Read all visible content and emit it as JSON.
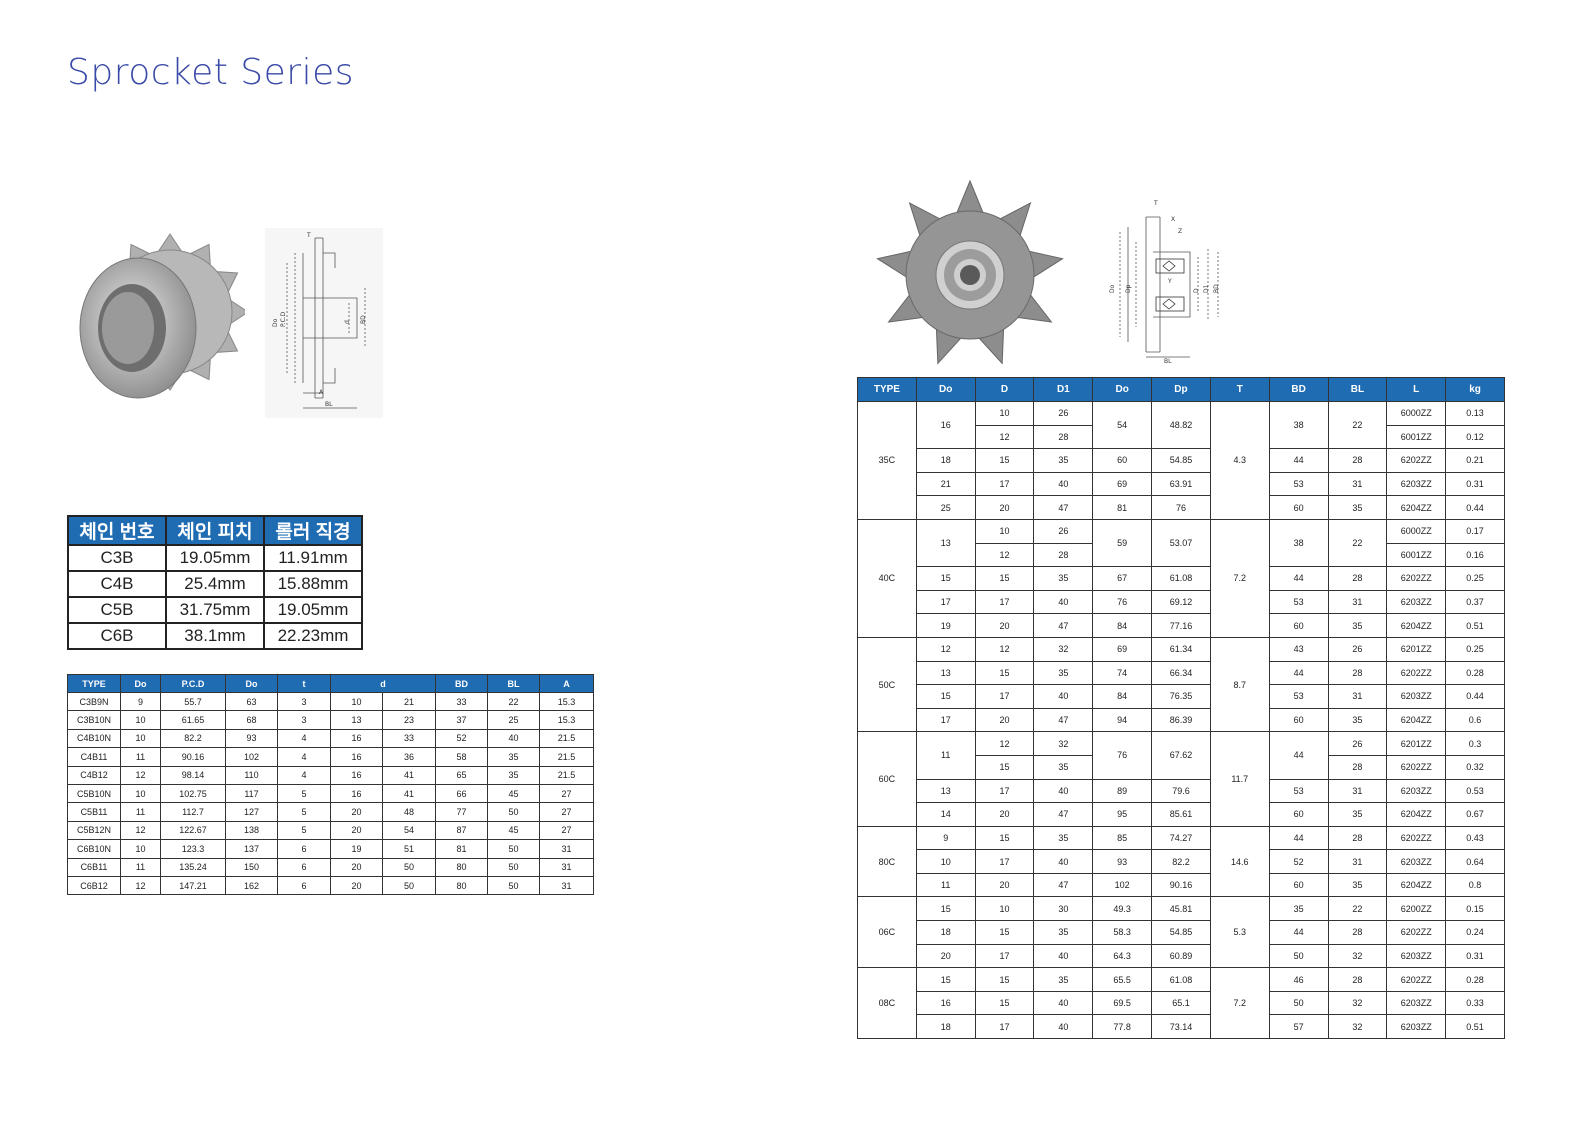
{
  "title": "Sprocket Series",
  "chain_table": {
    "headers": [
      "체인 번호",
      "체인 피치",
      "롤러 직경"
    ],
    "rows": [
      [
        "C3B",
        "19.05mm",
        "11.91mm"
      ],
      [
        "C4B",
        "25.4mm",
        "15.88mm"
      ],
      [
        "C5B",
        "31.75mm",
        "19.05mm"
      ],
      [
        "C6B",
        "38.1mm",
        "22.23mm"
      ]
    ]
  },
  "sprocket_table": {
    "headers": [
      "TYPE",
      "Do",
      "P.C.D",
      "Do",
      "t",
      "d",
      "BD",
      "BL",
      "A"
    ],
    "rows": [
      [
        "C3B9N",
        "9",
        "55.7",
        "63",
        "3",
        "10",
        "21",
        "33",
        "22",
        "15.3"
      ],
      [
        "C3B10N",
        "10",
        "61.65",
        "68",
        "3",
        "13",
        "23",
        "37",
        "25",
        "15.3"
      ],
      [
        "C4B10N",
        "10",
        "82.2",
        "93",
        "4",
        "16",
        "33",
        "52",
        "40",
        "21.5"
      ],
      [
        "C4B11",
        "11",
        "90.16",
        "102",
        "4",
        "16",
        "36",
        "58",
        "35",
        "21.5"
      ],
      [
        "C4B12",
        "12",
        "98.14",
        "110",
        "4",
        "16",
        "41",
        "65",
        "35",
        "21.5"
      ],
      [
        "C5B10N",
        "10",
        "102.75",
        "117",
        "5",
        "16",
        "41",
        "66",
        "45",
        "27"
      ],
      [
        "C5B11",
        "11",
        "112.7",
        "127",
        "5",
        "20",
        "48",
        "77",
        "50",
        "27"
      ],
      [
        "C5B12N",
        "12",
        "122.67",
        "138",
        "5",
        "20",
        "54",
        "87",
        "45",
        "27"
      ],
      [
        "C6B10N",
        "10",
        "123.3",
        "137",
        "6",
        "19",
        "51",
        "81",
        "50",
        "31"
      ],
      [
        "C6B11",
        "11",
        "135.24",
        "150",
        "6",
        "20",
        "50",
        "80",
        "50",
        "31"
      ],
      [
        "C6B12",
        "12",
        "147.21",
        "162",
        "6",
        "20",
        "50",
        "80",
        "50",
        "31"
      ]
    ]
  },
  "idler_table": {
    "headers": [
      "TYPE",
      "Do",
      "D",
      "D1",
      "Do",
      "Dp",
      "T",
      "BD",
      "BL",
      "L",
      "kg"
    ],
    "groups": [
      {
        "type": "35C",
        "T": "4.3",
        "rows": [
          {
            "Do": "16",
            "D": "10",
            "D1": "26",
            "Do2": "54",
            "Dp": "48.82",
            "BD": "38",
            "BL": "22",
            "L": "6000ZZ",
            "kg": "0.13"
          },
          {
            "Do": "",
            "D": "12",
            "D1": "28",
            "Do2": "",
            "Dp": "",
            "BD": "",
            "BL": "",
            "L": "6001ZZ",
            "kg": "0.12"
          },
          {
            "Do": "18",
            "D": "15",
            "D1": "35",
            "Do2": "60",
            "Dp": "54.85",
            "BD": "44",
            "BL": "28",
            "L": "6202ZZ",
            "kg": "0.21"
          },
          {
            "Do": "21",
            "D": "17",
            "D1": "40",
            "Do2": "69",
            "Dp": "63.91",
            "BD": "53",
            "BL": "31",
            "L": "6203ZZ",
            "kg": "0.31"
          },
          {
            "Do": "25",
            "D": "20",
            "D1": "47",
            "Do2": "81",
            "Dp": "76",
            "BD": "60",
            "BL": "35",
            "L": "6204ZZ",
            "kg": "0.44"
          }
        ]
      },
      {
        "type": "40C",
        "T": "7.2",
        "rows": [
          {
            "Do": "13",
            "D": "10",
            "D1": "26",
            "Do2": "59",
            "Dp": "53.07",
            "BD": "38",
            "BL": "22",
            "L": "6000ZZ",
            "kg": "0.17"
          },
          {
            "Do": "",
            "D": "12",
            "D1": "28",
            "Do2": "",
            "Dp": "",
            "BD": "",
            "BL": "",
            "L": "6001ZZ",
            "kg": "0.16"
          },
          {
            "Do": "15",
            "D": "15",
            "D1": "35",
            "Do2": "67",
            "Dp": "61.08",
            "BD": "44",
            "BL": "28",
            "L": "6202ZZ",
            "kg": "0.25"
          },
          {
            "Do": "17",
            "D": "17",
            "D1": "40",
            "Do2": "76",
            "Dp": "69.12",
            "BD": "53",
            "BL": "31",
            "L": "6203ZZ",
            "kg": "0.37"
          },
          {
            "Do": "19",
            "D": "20",
            "D1": "47",
            "Do2": "84",
            "Dp": "77.16",
            "BD": "60",
            "BL": "35",
            "L": "6204ZZ",
            "kg": "0.51"
          }
        ]
      },
      {
        "type": "50C",
        "T": "8.7",
        "rows": [
          {
            "Do": "12",
            "D": "12",
            "D1": "32",
            "Do2": "69",
            "Dp": "61.34",
            "BD": "43",
            "BL": "26",
            "L": "6201ZZ",
            "kg": "0.25"
          },
          {
            "Do": "13",
            "D": "15",
            "D1": "35",
            "Do2": "74",
            "Dp": "66.34",
            "BD": "44",
            "BL": "28",
            "L": "6202ZZ",
            "kg": "0.28"
          },
          {
            "Do": "15",
            "D": "17",
            "D1": "40",
            "Do2": "84",
            "Dp": "76.35",
            "BD": "53",
            "BL": "31",
            "L": "6203ZZ",
            "kg": "0.44"
          },
          {
            "Do": "17",
            "D": "20",
            "D1": "47",
            "Do2": "94",
            "Dp": "86.39",
            "BD": "60",
            "BL": "35",
            "L": "6204ZZ",
            "kg": "0.6"
          }
        ]
      },
      {
        "type": "60C",
        "T": "11.7",
        "rows": [
          {
            "Do": "11",
            "D": "12",
            "D1": "32",
            "Do2": "76",
            "Dp": "67.62",
            "BD": "44",
            "BL": "26",
            "L": "6201ZZ",
            "kg": "0.3"
          },
          {
            "Do": "",
            "D": "15",
            "D1": "35",
            "Do2": "",
            "Dp": "",
            "BD": "",
            "BL": "28",
            "L": "6202ZZ",
            "kg": "0.32"
          },
          {
            "Do": "13",
            "D": "17",
            "D1": "40",
            "Do2": "89",
            "Dp": "79.6",
            "BD": "53",
            "BL": "31",
            "L": "6203ZZ",
            "kg": "0.53"
          },
          {
            "Do": "14",
            "D": "20",
            "D1": "47",
            "Do2": "95",
            "Dp": "85.61",
            "BD": "60",
            "BL": "35",
            "L": "6204ZZ",
            "kg": "0.67"
          }
        ]
      },
      {
        "type": "80C",
        "T": "14.6",
        "rows": [
          {
            "Do": "9",
            "D": "15",
            "D1": "35",
            "Do2": "85",
            "Dp": "74.27",
            "BD": "44",
            "BL": "28",
            "L": "6202ZZ",
            "kg": "0.43"
          },
          {
            "Do": "10",
            "D": "17",
            "D1": "40",
            "Do2": "93",
            "Dp": "82.2",
            "BD": "52",
            "BL": "31",
            "L": "6203ZZ",
            "kg": "0.64"
          },
          {
            "Do": "11",
            "D": "20",
            "D1": "47",
            "Do2": "102",
            "Dp": "90.16",
            "BD": "60",
            "BL": "35",
            "L": "6204ZZ",
            "kg": "0.8"
          }
        ]
      },
      {
        "type": "06C",
        "T": "5.3",
        "rows": [
          {
            "Do": "15",
            "D": "10",
            "D1": "30",
            "Do2": "49.3",
            "Dp": "45.81",
            "BD": "35",
            "BL": "22",
            "L": "6200ZZ",
            "kg": "0.15"
          },
          {
            "Do": "18",
            "D": "15",
            "D1": "35",
            "Do2": "58.3",
            "Dp": "54.85",
            "BD": "44",
            "BL": "28",
            "L": "6202ZZ",
            "kg": "0.24"
          },
          {
            "Do": "20",
            "D": "17",
            "D1": "40",
            "Do2": "64.3",
            "Dp": "60.89",
            "BD": "50",
            "BL": "32",
            "L": "6203ZZ",
            "kg": "0.31"
          }
        ]
      },
      {
        "type": "08C",
        "T": "7.2",
        "rows": [
          {
            "Do": "15",
            "D": "15",
            "D1": "35",
            "Do2": "65.5",
            "Dp": "61.08",
            "BD": "46",
            "BL": "28",
            "L": "6202ZZ",
            "kg": "0.28"
          },
          {
            "Do": "16",
            "D": "15",
            "D1": "40",
            "Do2": "69.5",
            "Dp": "65.1",
            "BD": "50",
            "BL": "32",
            "L": "6203ZZ",
            "kg": "0.33"
          },
          {
            "Do": "18",
            "D": "17",
            "D1": "40",
            "Do2": "77.8",
            "Dp": "73.14",
            "BD": "57",
            "BL": "32",
            "L": "6203ZZ",
            "kg": "0.51"
          }
        ]
      }
    ]
  },
  "diagram_labels": {
    "left": {
      "T": "T",
      "Do": "Do",
      "PCD": "P.C.D",
      "d": "d",
      "BD": "BD",
      "A": "A",
      "BL": "BL"
    },
    "right": {
      "T": "T",
      "X": "X",
      "Z": "Z",
      "Y": "Y",
      "Do": "Do",
      "Dp": "Dp",
      "D": "D",
      "D1": "D1",
      "BD": "BD",
      "BL": "BL"
    }
  }
}
